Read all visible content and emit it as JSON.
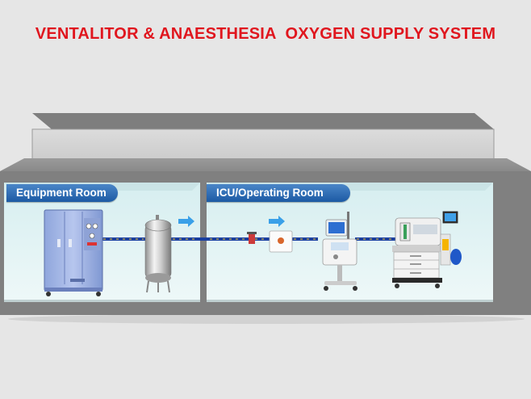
{
  "sign": {
    "title": "VENTALITOR & ANAESTHESIA  OXYGEN SUPPLY SYSTEM"
  },
  "rooms": [
    {
      "label": "Equipment Room"
    },
    {
      "label": "ICU/Operating Room"
    }
  ],
  "colors": {
    "title_red": "#e0161e",
    "label_blue": "#1c5aa4",
    "pipe_blue": "#1a3fa0",
    "arrow_blue": "#3aa0e8",
    "room_wall": "#7c7c7c",
    "room_interior": "#e4f3f4"
  },
  "icons": [
    "oxygen-generator-icon",
    "gas-storage-tank-icon",
    "flow-arrow-icon",
    "valve-icon",
    "gas-terminal-box-icon",
    "ventilator-icon",
    "anaesthesia-machine-icon"
  ]
}
